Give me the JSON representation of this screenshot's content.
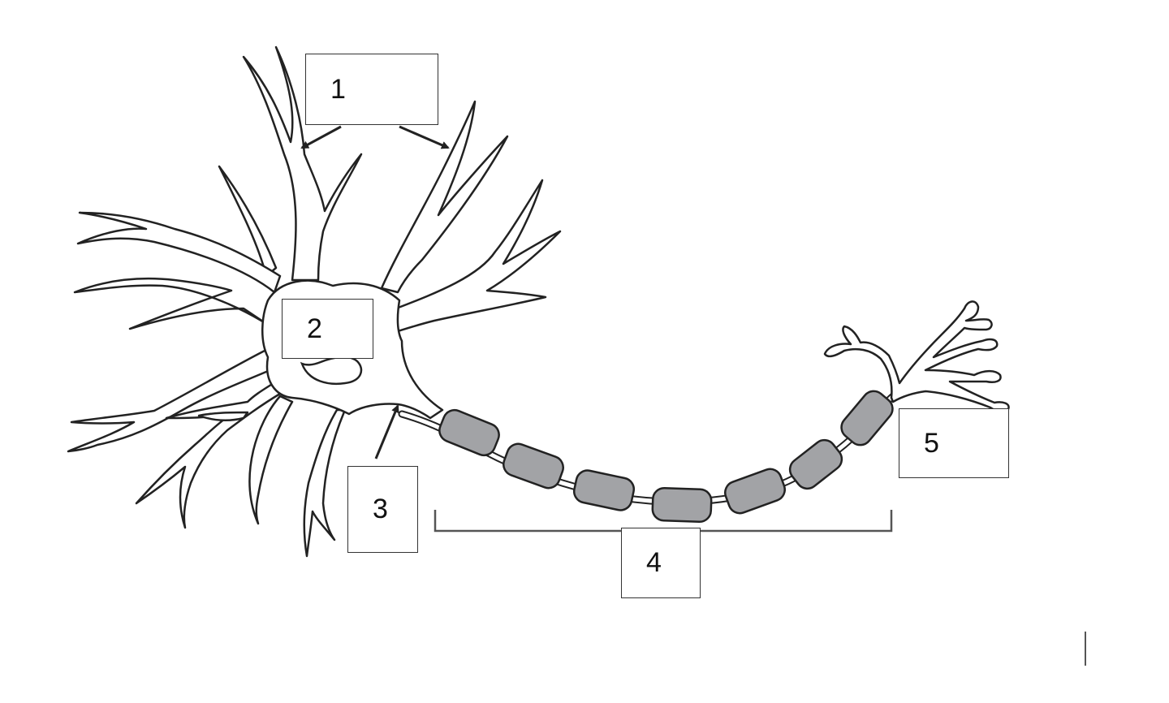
{
  "labels": [
    {
      "id": "1",
      "text": "1"
    },
    {
      "id": "2",
      "text": "2"
    },
    {
      "id": "3",
      "text": "3"
    },
    {
      "id": "4",
      "text": "4"
    },
    {
      "id": "5",
      "text": "5"
    }
  ],
  "colors": {
    "outline": "#222222",
    "myelin_fill": "#a2a3a6",
    "background": "#ffffff"
  }
}
